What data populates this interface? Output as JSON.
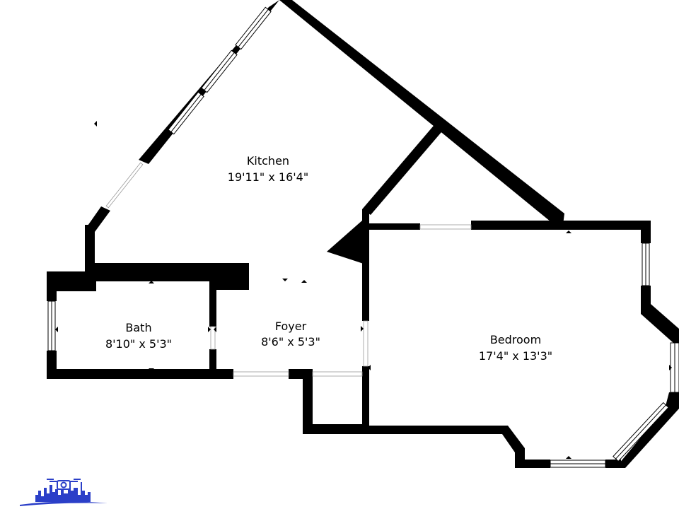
{
  "floorplan": {
    "rooms": [
      {
        "id": "kitchen",
        "name": "Kitchen",
        "dimensions": "19'11\" x 16'4\""
      },
      {
        "id": "bath",
        "name": "Bath",
        "dimensions": "8'10\" x 5'3\""
      },
      {
        "id": "foyer",
        "name": "Foyer",
        "dimensions": "8'6\" x 5'3\""
      },
      {
        "id": "bedroom",
        "name": "Bedroom",
        "dimensions": "17'4\" x 13'3\""
      }
    ]
  },
  "colors": {
    "walls": "#000000",
    "background": "#ffffff",
    "logo_blue": "#2b3fc8"
  },
  "logo": {
    "icon": "drone-camera-city-skyline-icon"
  }
}
